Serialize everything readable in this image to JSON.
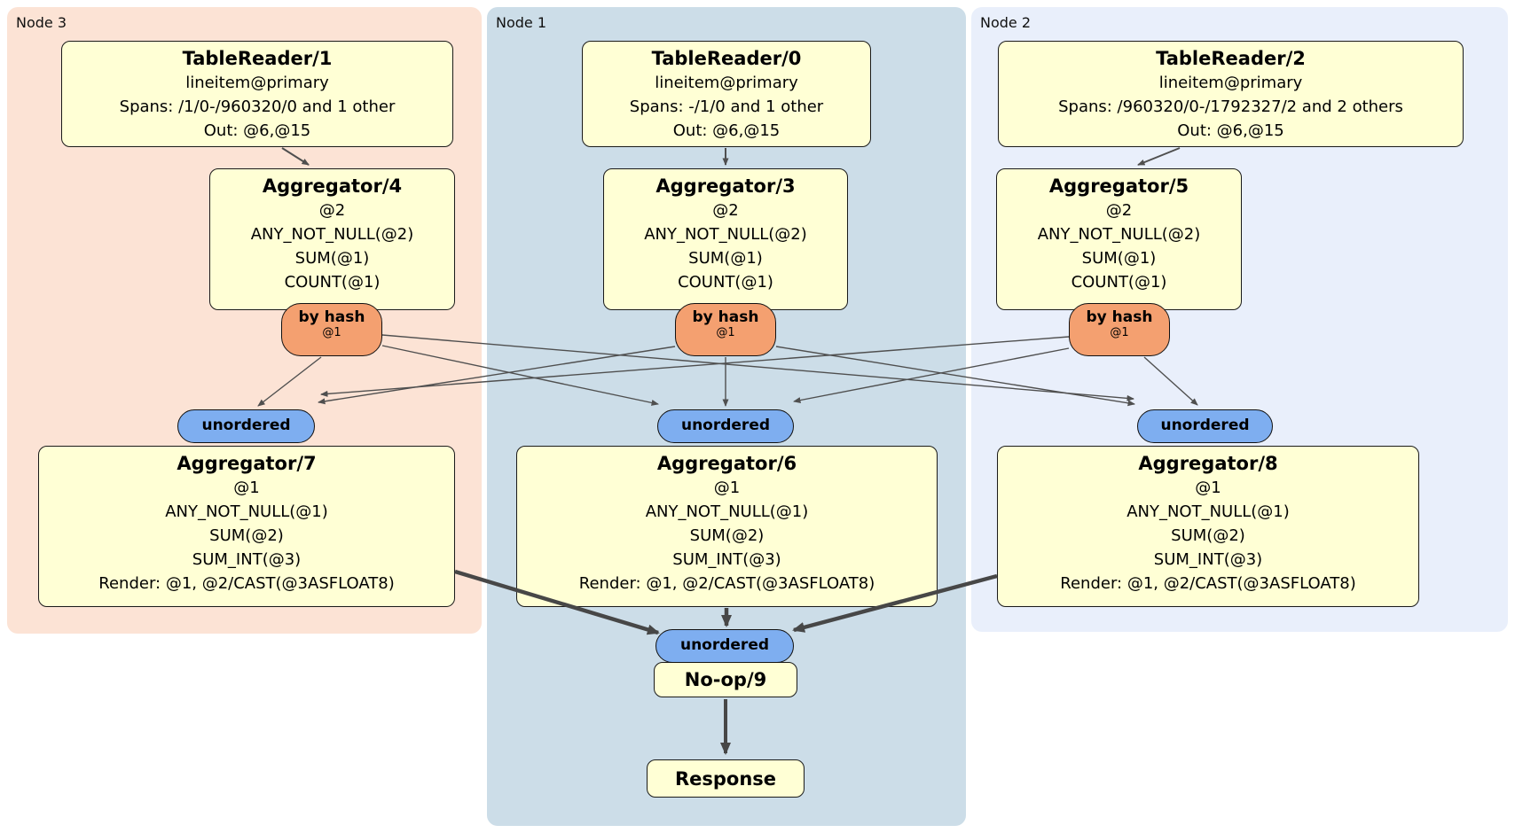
{
  "regions": {
    "node3": {
      "label": "Node 3",
      "color": "#fce3d5"
    },
    "node1": {
      "label": "Node 1",
      "color": "#ccdde8"
    },
    "node2": {
      "label": "Node 2",
      "color": "#e9effb"
    }
  },
  "processors": {
    "tr1": {
      "title": "TableReader/1",
      "lines": [
        "lineitem@primary",
        "Spans: /1/0-/960320/0 and 1 other",
        "Out: @6,@15"
      ]
    },
    "tr0": {
      "title": "TableReader/0",
      "lines": [
        "lineitem@primary",
        "Spans: -/1/0 and 1 other",
        "Out: @6,@15"
      ]
    },
    "tr2": {
      "title": "TableReader/2",
      "lines": [
        "lineitem@primary",
        "Spans: /960320/0-/1792327/2 and 2 others",
        "Out: @6,@15"
      ]
    },
    "ag4": {
      "title": "Aggregator/4",
      "lines": [
        "@2",
        "ANY_NOT_NULL(@2)",
        "SUM(@1)",
        "COUNT(@1)"
      ]
    },
    "ag3": {
      "title": "Aggregator/3",
      "lines": [
        "@2",
        "ANY_NOT_NULL(@2)",
        "SUM(@1)",
        "COUNT(@1)"
      ]
    },
    "ag5": {
      "title": "Aggregator/5",
      "lines": [
        "@2",
        "ANY_NOT_NULL(@2)",
        "SUM(@1)",
        "COUNT(@1)"
      ]
    },
    "ag7": {
      "title": "Aggregator/7",
      "lines": [
        "@1",
        "ANY_NOT_NULL(@1)",
        "SUM(@2)",
        "SUM_INT(@3)",
        "Render: @1, @2/CAST(@3ASFLOAT8)"
      ]
    },
    "ag6": {
      "title": "Aggregator/6",
      "lines": [
        "@1",
        "ANY_NOT_NULL(@1)",
        "SUM(@2)",
        "SUM_INT(@3)",
        "Render: @1, @2/CAST(@3ASFLOAT8)"
      ]
    },
    "ag8": {
      "title": "Aggregator/8",
      "lines": [
        "@1",
        "ANY_NOT_NULL(@1)",
        "SUM(@2)",
        "SUM_INT(@3)",
        "Render: @1, @2/CAST(@3ASFLOAT8)"
      ]
    },
    "noop": {
      "title": "No-op/9"
    },
    "response": {
      "title": "Response"
    }
  },
  "routers": {
    "byhash3": {
      "label": "by hash",
      "detail": "@1"
    },
    "byhash1": {
      "label": "by hash",
      "detail": "@1"
    },
    "byhash5": {
      "label": "by hash",
      "detail": "@1"
    }
  },
  "syncs": {
    "un3": {
      "label": "unordered"
    },
    "un1": {
      "label": "unordered"
    },
    "un2": {
      "label": "unordered"
    },
    "unFinal": {
      "label": "unordered"
    }
  },
  "colors": {
    "processor_fill": "#ffffd5",
    "router_fill": "#f4a070",
    "sync_fill": "#7eaef0",
    "edge_thin": "#4f4f4f",
    "edge_thick": "#474747"
  }
}
